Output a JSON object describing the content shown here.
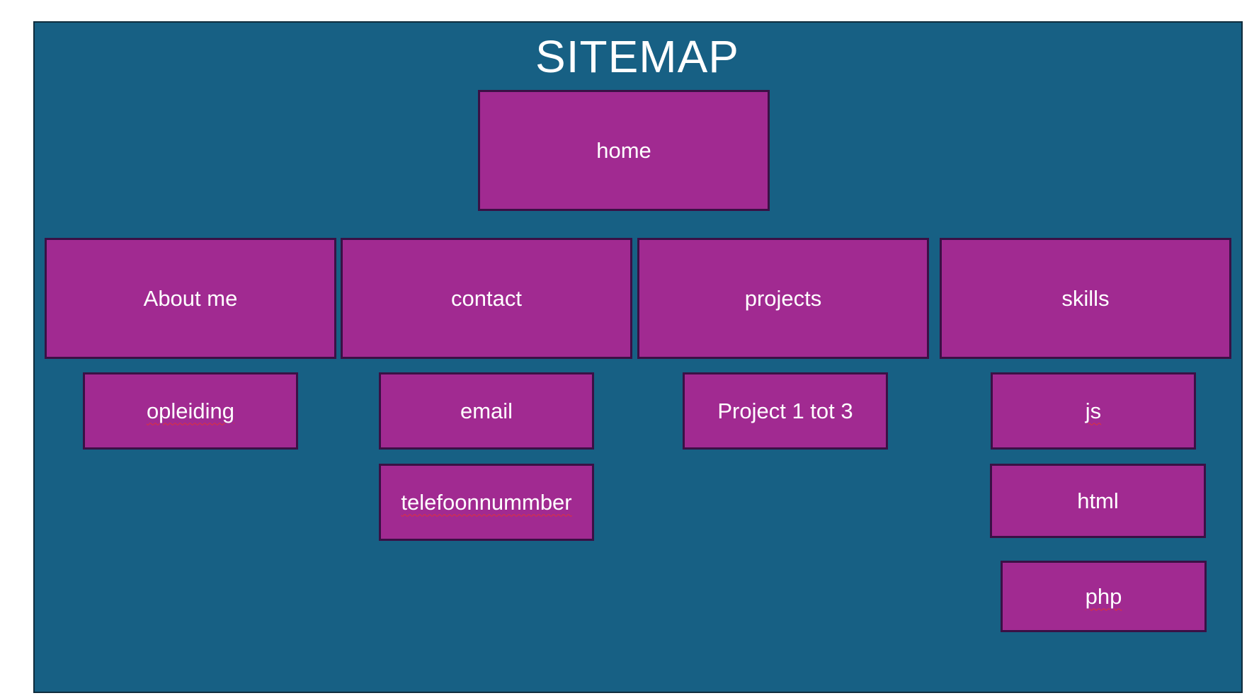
{
  "title": "SITEMAP",
  "colors": {
    "background": "#176084",
    "box_fill": "#a12a91",
    "box_border": "#3a1045",
    "text": "#ffffff",
    "spellcheck_underline": "#e0313a"
  },
  "nodes": {
    "home": "home",
    "about": "About me",
    "contact": "contact",
    "projects": "projects",
    "skills": "skills",
    "opleiding": "opleiding",
    "email": "email",
    "telefoon": "telefoonnummber",
    "project_range": "Project 1 tot 3",
    "js": "js",
    "html": "html",
    "php": "php"
  }
}
